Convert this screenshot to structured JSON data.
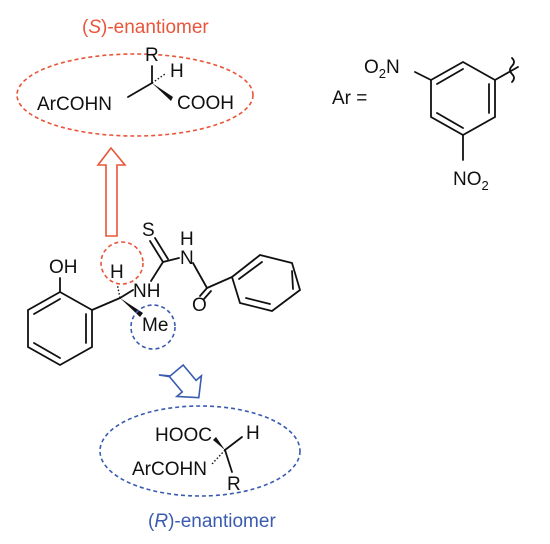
{
  "colors": {
    "s_accent": "#e8553a",
    "r_accent": "#3a5bb0",
    "ink": "#111111"
  },
  "s_enantiomer": {
    "title_open": "(",
    "title_italic": "S",
    "title_rest": ")-enantiomer",
    "label_r": "R",
    "label_h": "H",
    "label_left": "ArCOHN",
    "label_right": "COOH"
  },
  "r_enantiomer": {
    "title_open": "(",
    "title_italic": "R",
    "title_rest": ")-enantiomer",
    "label_top": "HOOC",
    "label_h": "H",
    "label_left": "ArCOHN",
    "label_r": "R"
  },
  "ar_definition": {
    "lhs": "Ar =",
    "top_group_o": "O",
    "top_group_sub": "2",
    "top_group_n": "N",
    "bottom_group_n": "NO",
    "bottom_group_sub": "2"
  },
  "catalyst": {
    "oh": "OH",
    "h": "H",
    "nh_left": "NH",
    "me": "Me",
    "s": "S",
    "h_amide": "H",
    "n_amide": "N",
    "o": "O"
  }
}
